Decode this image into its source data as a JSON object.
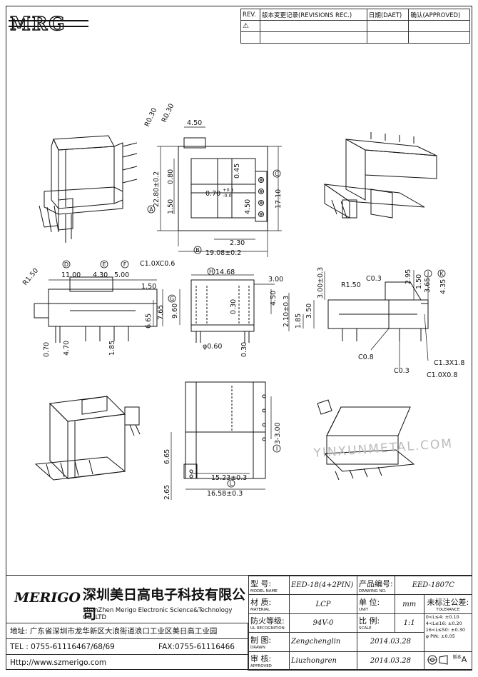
{
  "logo": "MRG",
  "revision_table": {
    "headers": [
      "REV.",
      "版本变更记录(REVISIONS REC.)",
      "日期(DAET)",
      "确认(APPROVED)"
    ],
    "mark": "⚠"
  },
  "dimensions": {
    "r030a": "R0.30",
    "r030b": "R0.30",
    "d450top": "4.50",
    "d2280": "22.80±0.2",
    "d080": "0.80",
    "d045": "0.45",
    "d070": "0.70",
    "d070sup": "+0.1",
    "d070sub": "-0.0",
    "d450mid": "4.50",
    "d1710": "17.10",
    "d150": "1.50",
    "d230": "2.30",
    "d1908": "19.08±0.2",
    "r150a": "R1.50",
    "d1100": "11.00",
    "d430": "4.30",
    "d500": "5.00",
    "d150b": "1.50",
    "d665a": "6.65",
    "d765": "7.65",
    "d070b": "0.70",
    "d470": "4.70",
    "d185a": "1.85",
    "c10x06": "C1.0XC0.6",
    "d1468": "14.68",
    "d300a": "3.00",
    "d960": "9.60",
    "d030a": "0.30",
    "d450b": "4.50",
    "d210": "2.10±0.3",
    "d060": "φ0.60",
    "d030b": "0.30",
    "d300b": "3.00±0.3",
    "r150b": "R1.50",
    "c03a": "C0.3",
    "d295": "2.95",
    "d150c": "1.50",
    "d365": "3.65",
    "d435": "4.35",
    "d350": "3.50",
    "d185b": "1.85",
    "c08": "C0.8",
    "c03b": "C0.3",
    "c13x18": "C1.3X1.8",
    "c10x08": "C1.0X0.8",
    "d300c": "3-3.00",
    "d665b": "6.65",
    "d265": "2.65",
    "d1523": "15.23±0.3",
    "d1658": "16.58±0.3"
  },
  "callouts": {
    "A": "A",
    "B": "B",
    "C": "C",
    "D": "D",
    "E": "E",
    "F": "F",
    "G": "G",
    "H": "H",
    "I": "I",
    "J": "J",
    "K": "K",
    "L": "L"
  },
  "title_block": {
    "brand": "MERIGO",
    "company_cn": "深圳美日高电子科技有限公司",
    "company_en": "ShenZhen Merigo Electronic Science&Technology CO.,LTD",
    "address": "地址: 广东省深圳市龙华新区大浪街道浪口工业区美日高工业园",
    "tel": "TEL : 0755-61116467/68/69",
    "fax": "FAX:0755-61116466",
    "web": "Http://www.szmerigo.com",
    "model_label": "型  号:",
    "model_label_en": "MODEL NAME",
    "model_value": "EED-18(4+2PIN)",
    "drawing_label": "产品编号:",
    "drawing_label_en": "DRAWING NO.",
    "drawing_value": "EED-1807C",
    "material_label": "材  质:",
    "material_label_en": "MATERIAL",
    "material_value": "LCP",
    "unit_label": "单  位:",
    "unit_label_en": "UNIT",
    "unit_value": "mm",
    "tolerance_label": "未标注公差:",
    "tolerance_label_en": "TOLERANCE",
    "flame_label": "防火等级:",
    "flame_label_en": "UL RECOGNITION",
    "flame_value": "94V-0",
    "scale_label": "比  例:",
    "scale_label_en": "SCALE",
    "scale_value": "1:1",
    "drawn_label": "制  图:",
    "drawn_label_en": "DRAWN",
    "drawn_value": "Zengchenglin",
    "drawn_date": "2014.03.28",
    "approved_label": "审  核:",
    "approved_label_en": "APPROVED",
    "approved_value": "Liuzhongren",
    "approved_date": "2014.03.28",
    "tol1": "0<L≤4:  ±0.10",
    "tol2": "4<L≤16: ±0.20",
    "tol3": "16<L≤50: ±0.30",
    "tol4": "φ PIN: ±0.05",
    "version_label": "版本",
    "version_value": "A"
  },
  "watermark": "YINXUNMETAL.COM"
}
